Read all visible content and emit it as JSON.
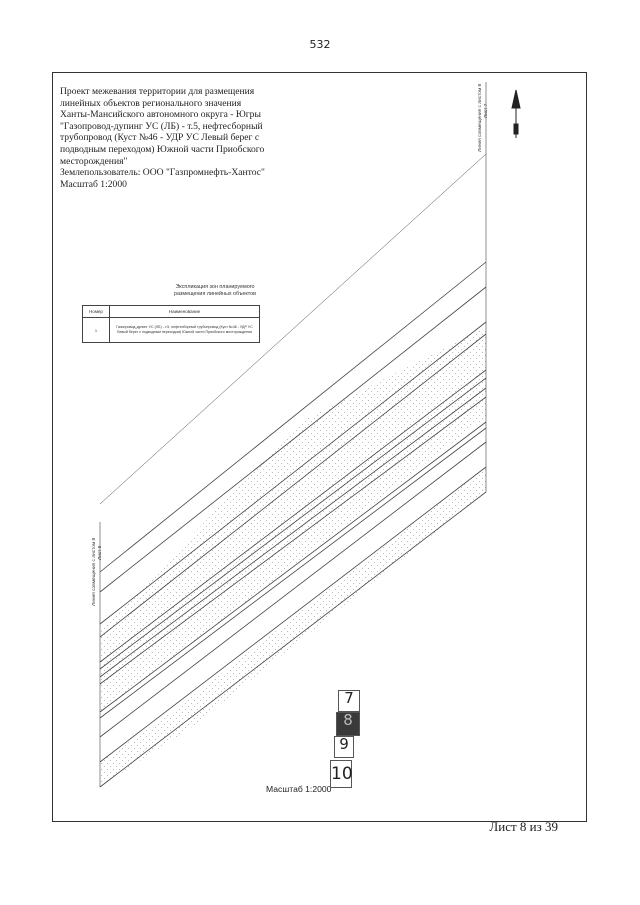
{
  "page_number": "532",
  "title_block": {
    "lines": [
      "Проект межевания территории для размещения",
      "линейных объектов регионального значения",
      "Ханты-Мансийского автономного округа - Югры",
      "\"Газопровод-дупинг УС (ЛБ) - т.5, нефтесборный",
      "трубопровод (Куст №46 - УДР УС Левый берег с",
      "подводным переходом) Южной части Приобского",
      "месторождения\""
    ],
    "land_user": "Землепользователь: ООО \"Газпромнефть-Хантос\"",
    "scale": "Масштаб 1:2000"
  },
  "explication": {
    "title_line1": "Экспликация зон планируемого",
    "title_line2": "размещения линейных объектов",
    "col_number": "Номер",
    "col_name": "Наименование",
    "rows": [
      {
        "number": "1",
        "name": "Газопровод-дупинг УС (ЛБ) - т.5, нефтесборный трубопровод (Куст №46 - УДР УС Левый берег с подводным переходом) Южной части Приобского месторождения"
      }
    ]
  },
  "match_line_top": "Линия совмещения с листом 8",
  "match_line_top_sheet": "Лист 7",
  "match_line_left": "Линия совмещения с листом 8",
  "match_line_left_sheet": "Лист 9",
  "scale_bottom": "Масштаб 1:2000",
  "sheet_index": {
    "above": "7",
    "current": "8",
    "next": "9",
    "last": "10"
  },
  "footer": "Лист 8 из 39",
  "colors": {
    "frame": "#333333",
    "line_work": "#444444",
    "hatch": "#8a8a8a",
    "current_sheet_fill": "#3a3a3a"
  }
}
